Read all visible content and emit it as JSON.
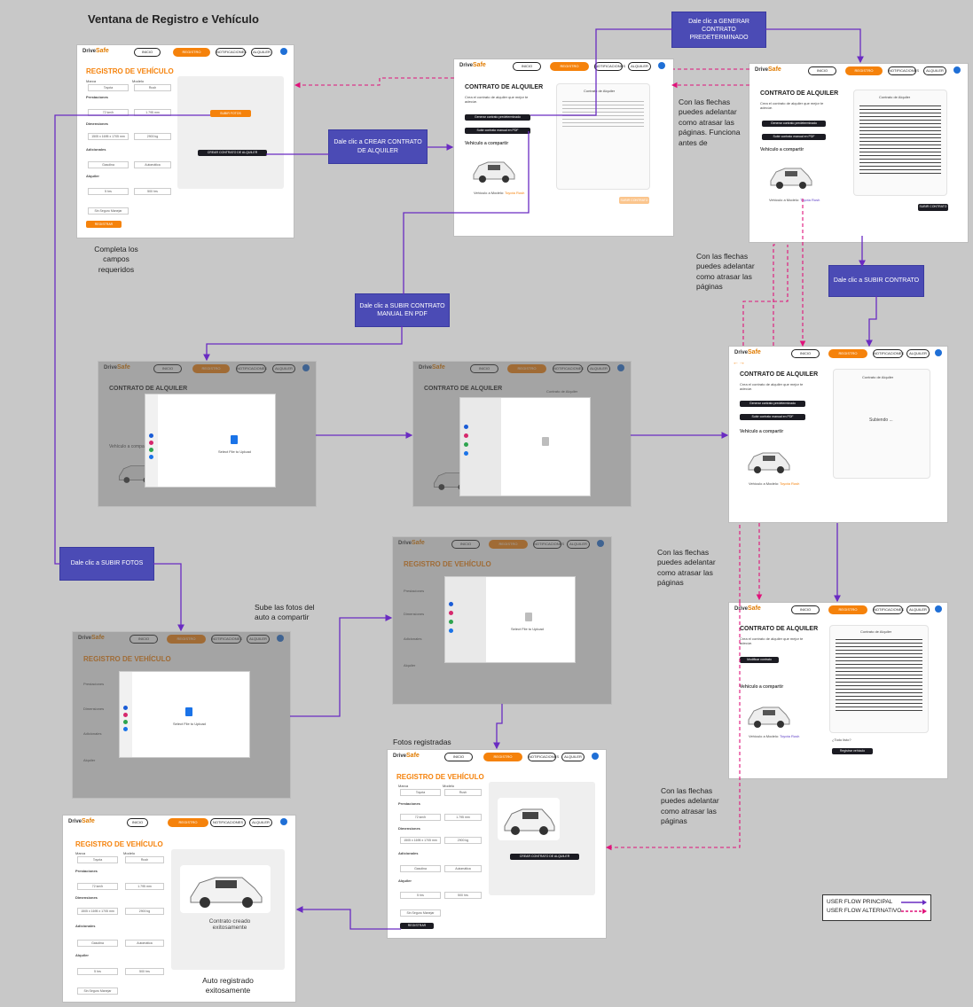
{
  "page": {
    "title": "Ventana de Registro e Vehículo"
  },
  "nav": {
    "logo": "Safe",
    "logo_prefix": "Drive",
    "inicio": "INICIO",
    "registro": "REGISTRO VEHICULAR",
    "notificaciones": "NOTIFICACIONES",
    "alquiler": "ALQUILER"
  },
  "registro": {
    "title": "REGISTRO DE VEHÍCULO",
    "marca_label": "Marca",
    "marca_value": "Toyota",
    "modelo_label": "Modelo",
    "modelo_value": "Rush",
    "prestaciones": "Prestaciones",
    "dimensiones": "Dimensiones",
    "adicionales": "Adicionales",
    "alquiler": "Alquiler",
    "subir_fotos": "SUBIR FOTOS",
    "crear_contrato": "CREAR CONTRATO DE ALQUILER",
    "registrar": "REGISTRAR",
    "contrato_creado": "Contrato creado exitosamente",
    "field_values": [
      "72 km/h",
      "1.795 mm",
      "1505 x 1695 x 1705 mm",
      "2900 kg",
      "Gasolina",
      "Automática",
      "5 hrs",
      "500 hrs",
      "Sin Seguro Manejar"
    ]
  },
  "contrato": {
    "title": "CONTRATO DE ALQUILER",
    "desc": "Crea el contrato de alquiler que mejor te adecúe.",
    "btn_predeterminado": "Generar contrato predeterminado",
    "btn_subir": "Subir contrato manual en PDF",
    "vehiculo": "Vehículo a compartir",
    "vehiculo_nombre": "Toyota Rush",
    "vehiculo_prefix": "Vehículo a Modelo:",
    "contrato_doc": "Contrato de Alquiler",
    "subir_contrato": "SUBIR CONTRATO",
    "subiendo": "Subiendo ...",
    "modificar": "Modificar contrato",
    "todo_listo": "¿Todo listo?",
    "registrar_vehiculo": "Registrar vehículo",
    "select_file": "Select File to Upload"
  },
  "callouts": {
    "crear": "Dale clic a CREAR CONTRATO DE ALQUILER",
    "generar": "Dale clic a GENERAR CONTRATO PREDETERMINADO",
    "subir_pdf": "Dale clic a SUBIR CONTRATO MANUAL EN PDF",
    "subir_contrato": "Dale clic a SUBIR CONTRATO",
    "subir_fotos": "Dale clic a SUBIR FOTOS"
  },
  "notes": {
    "completa": "Completa los campos requeridos",
    "flechas1": "Con las flechas puedes adelantar como atrasar las páginas. Funciona antes de",
    "flechas2": "Con las flechas puedes adelantar como atrasar las páginas",
    "flechas3": "Con las flechas puedes adelantar como atrasar las páginas",
    "flechas4": "Con las flechas puedes adelantar como atrasar las páginas",
    "sube_fotos": "Sube las fotos del auto a compartir",
    "fotos_registradas": "Fotos registradas",
    "auto_registrado": "Auto registrado exitosamente"
  },
  "legend": {
    "principal": "USER FLOW PRINCIPAL",
    "alternativo": "USER FLOW ALTERNATIVO"
  },
  "colors": {
    "primary_flow": "#6a2bc2",
    "alt_flow": "#e0127a",
    "accent": "#f5820b",
    "callout": "#4b4bb5"
  }
}
